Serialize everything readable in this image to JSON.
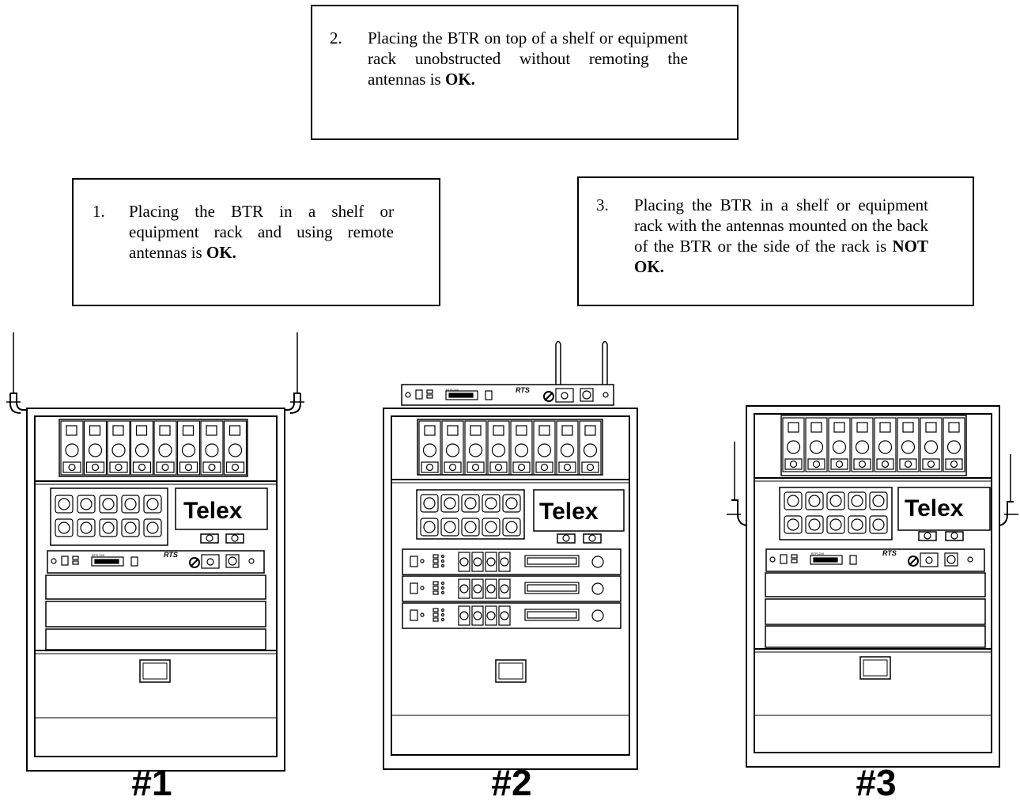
{
  "notes": [
    {
      "number": "2.",
      "text_before": "Placing the BTR on top of a shelf or equipment rack unobstructed without remoting the antennas is ",
      "emphasis": "OK."
    },
    {
      "number": "1.",
      "text_before": "Placing the BTR in a shelf or equipment rack and using remote antennas is ",
      "emphasis": "OK."
    },
    {
      "number": "3.",
      "text_before": "Placing the BTR in a shelf or equipment rack with the antennas mounted on the back of the BTR or the side of the rack is ",
      "emphasis": "NOT OK."
    }
  ],
  "racks": [
    {
      "label": "#1",
      "brand": "Telex",
      "btr_brand": "RTS",
      "btr_model": "BTR-240"
    },
    {
      "label": "#2",
      "brand": "Telex",
      "btr_brand": "RTS",
      "btr_model": "BTR-240"
    },
    {
      "label": "#3",
      "brand": "Telex",
      "btr_brand": "RTS",
      "btr_model": "BTR-240"
    }
  ]
}
